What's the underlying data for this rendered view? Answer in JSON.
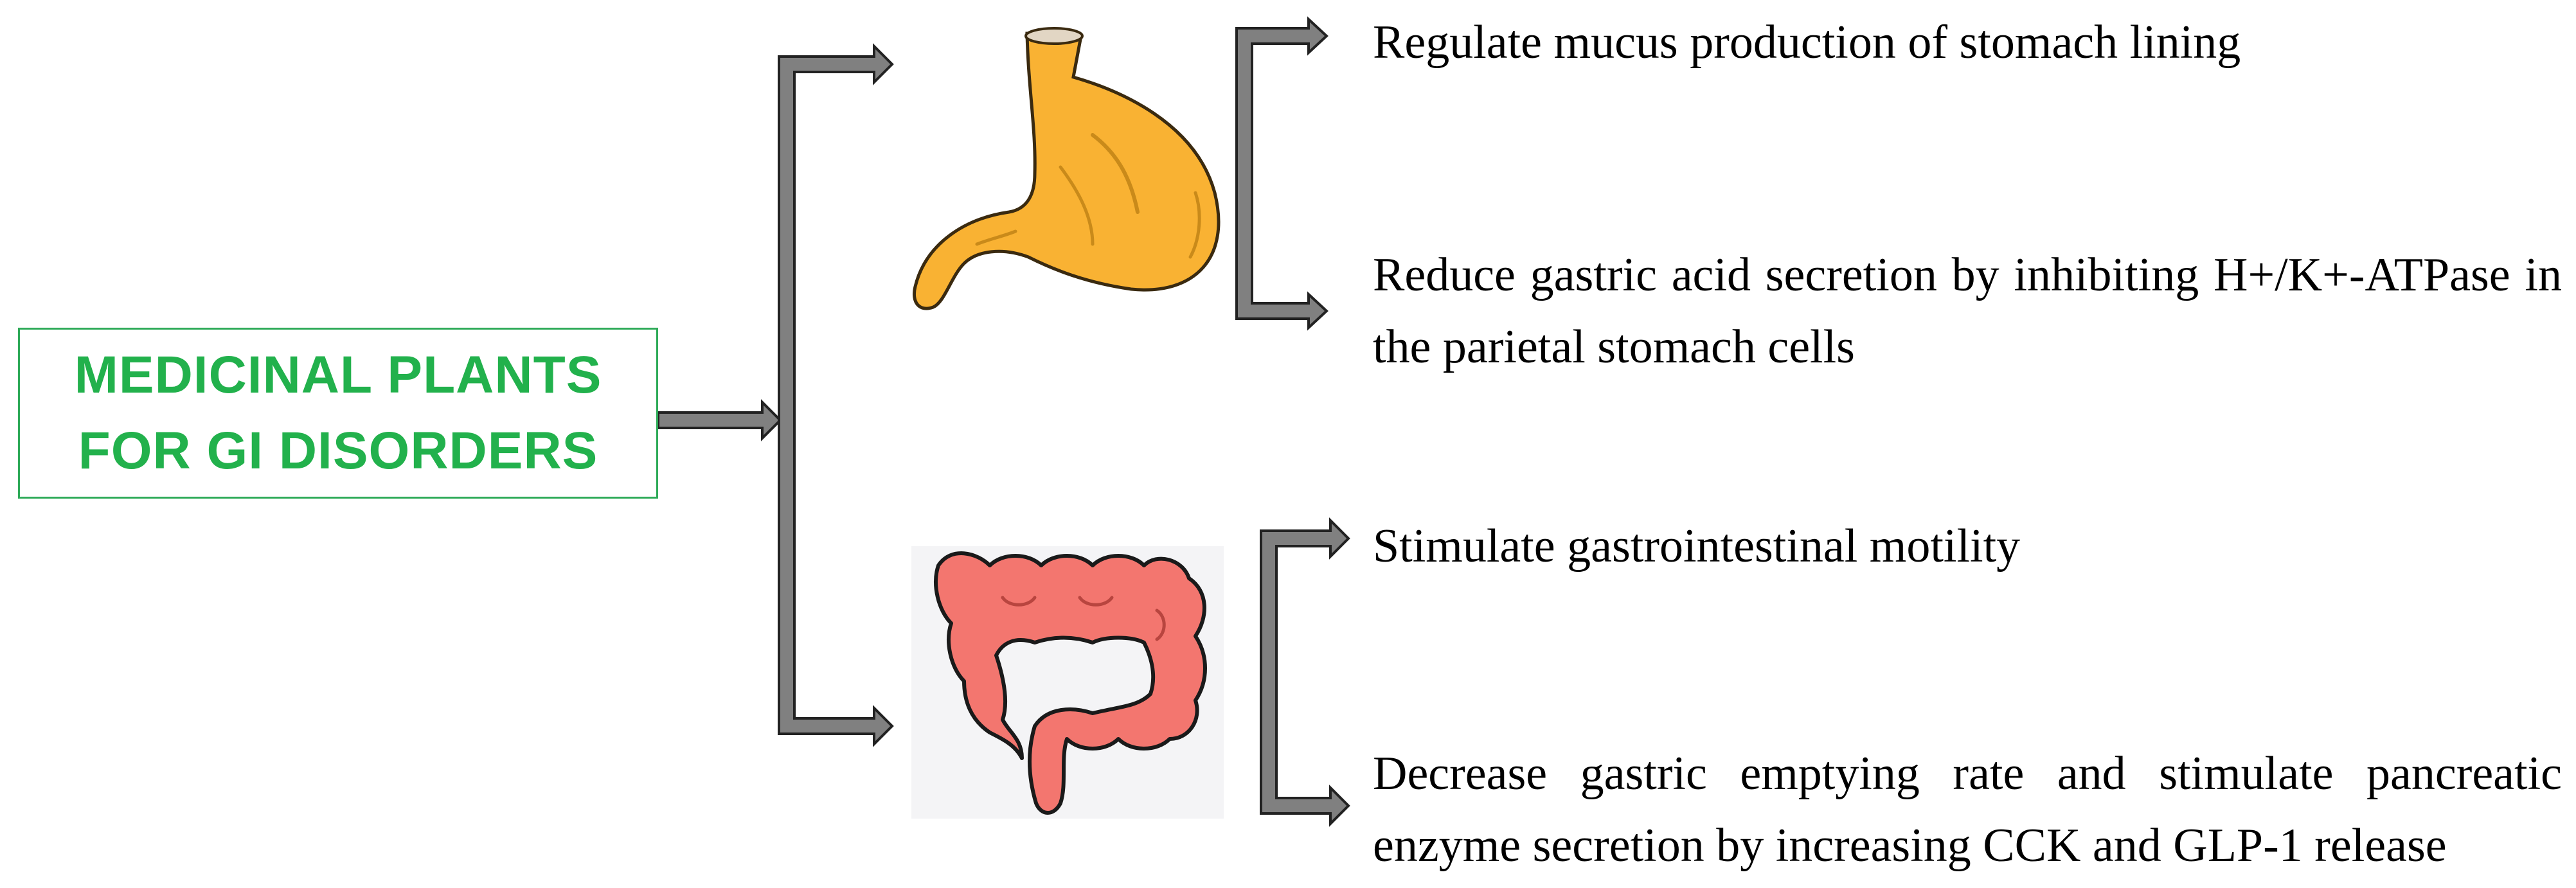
{
  "title": {
    "line1": "MEDICINAL PLANTS",
    "line2": "FOR GI DISORDERS"
  },
  "colors": {
    "title_green": "#22b14c",
    "arrow_fill": "#808080",
    "arrow_stroke": "#222222",
    "stomach_fill": "#f9b233",
    "intestine_fill": "#f3766f"
  },
  "organs": {
    "stomach": {
      "icon": "stomach-icon"
    },
    "intestine": {
      "icon": "intestine-icon"
    }
  },
  "effects": {
    "stomach": [
      "Regulate mucus production of stomach lining",
      "Reduce gastric acid secretion by inhibiting H+/K+-ATPase in the parietal stomach cells"
    ],
    "intestine": [
      "Stimulate gastrointestinal motility",
      "Decrease gastric emptying rate and stimulate pancreatic enzyme secretion by increasing CCK and GLP-1 release"
    ]
  }
}
